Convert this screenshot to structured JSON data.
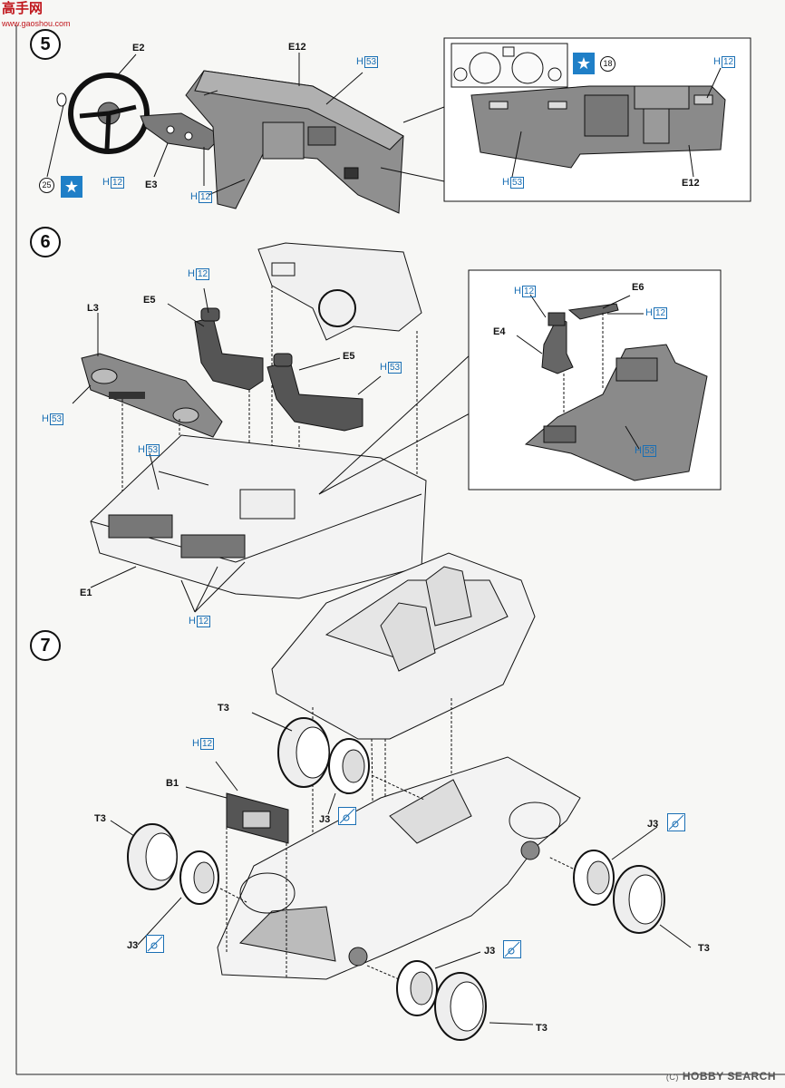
{
  "watermark": {
    "brand": "高手网",
    "url": "www.gaoshou.com"
  },
  "footer": {
    "copyright": "(C)",
    "brand": "HOBBY SEARCH"
  },
  "steps": {
    "s5": {
      "number": "5"
    },
    "s6": {
      "number": "6"
    },
    "s7": {
      "number": "7"
    }
  },
  "parts": {
    "e2": "E2",
    "e3": "E3",
    "e12_a": "E12",
    "e12_b": "E12",
    "l3": "L3",
    "e5_a": "E5",
    "e5_b": "E5",
    "e4": "E4",
    "e6": "E6",
    "e1": "E1",
    "t3_a": "T3",
    "t3_b": "T3",
    "t3_c": "T3",
    "t3_d": "T3",
    "b1": "B1",
    "j3_a": "J3",
    "j3_b": "J3",
    "j3_c": "J3",
    "j3_d": "J3",
    "decal_25": "25",
    "decal_18": "18"
  },
  "paint": {
    "letter": "H",
    "c53": "53",
    "c12": "12"
  },
  "icons": {
    "star": "star-icon",
    "no_glue": "no-glue-icon"
  },
  "colors": {
    "paint_blue": "#1a6fb4",
    "star_blue": "#1f7fc7",
    "watermark_red": "#c0161c",
    "part_gray": "#8a8a8a"
  }
}
